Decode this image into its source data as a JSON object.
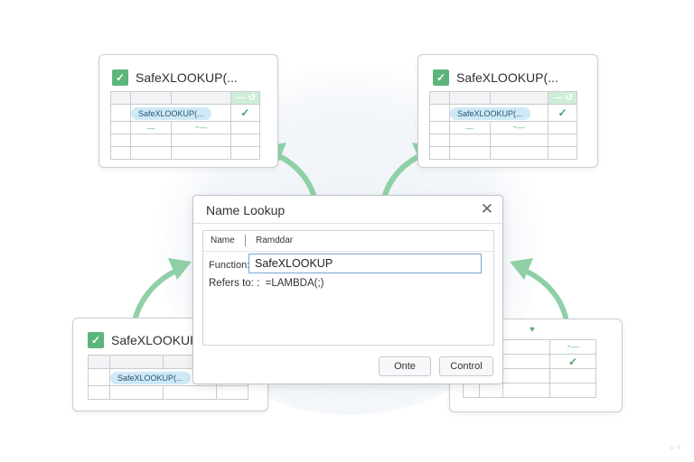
{
  "cards": {
    "top_left": {
      "title": "SafeXLOOKUP(...",
      "pill": "SafeXLOOKUP(..."
    },
    "top_right": {
      "title": "SafeXLOOKUP(...",
      "pill": "SafeXLOOKUP(..."
    },
    "bottom_left": {
      "title": "SafeXLOOKUP(...",
      "pill": "SafeXLOOKUP(..."
    },
    "bottom_right": {}
  },
  "dialog": {
    "title": "Name Lookup",
    "close_glyph": "✕",
    "col_name": "Name",
    "col_other": "Ramddar",
    "function_label": "Function:",
    "function_value": "SafeXLOOKUP",
    "refers_label": "Refers to:",
    "refers_value": ":  =LAMBDA(;)",
    "button_left": "Onte",
    "button_right": "Control"
  },
  "icons": {
    "check": "check-icon",
    "close": "close-icon",
    "arrow": "curved-arrow-icon"
  },
  "colors": {
    "accent_green": "#5cb67a",
    "pill_blue": "#cfe9f7",
    "input_border": "#7aa7d0"
  }
}
